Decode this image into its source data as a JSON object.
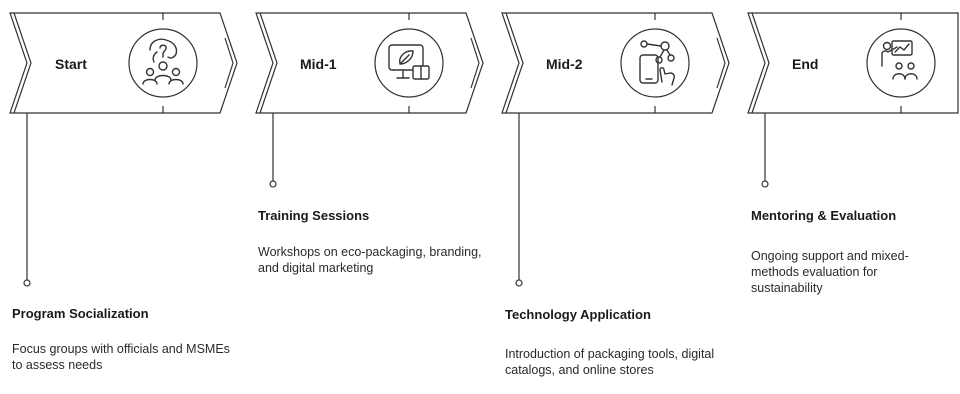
{
  "stages": [
    {
      "label": "Start",
      "icon": "people-idea-icon",
      "title": "Program Socialization",
      "description": "Focus groups with officials and MSMEs to assess needs"
    },
    {
      "label": "Mid-1",
      "icon": "monitor-book-icon",
      "title": "Training Sessions",
      "description": "Workshops on eco-packaging, branding, and digital marketing"
    },
    {
      "label": "Mid-2",
      "icon": "phone-network-icon",
      "title": "Technology Application",
      "description": "Introduction of packaging tools, digital catalogs, and online stores"
    },
    {
      "label": "End",
      "icon": "mentor-presentation-icon",
      "title": "Mentoring & Evaluation",
      "description": "Ongoing support and mixed-methods evaluation for sustainability"
    }
  ],
  "colors": {
    "stroke": "#333333",
    "text": "#1a1a1a",
    "background": "#ffffff"
  }
}
